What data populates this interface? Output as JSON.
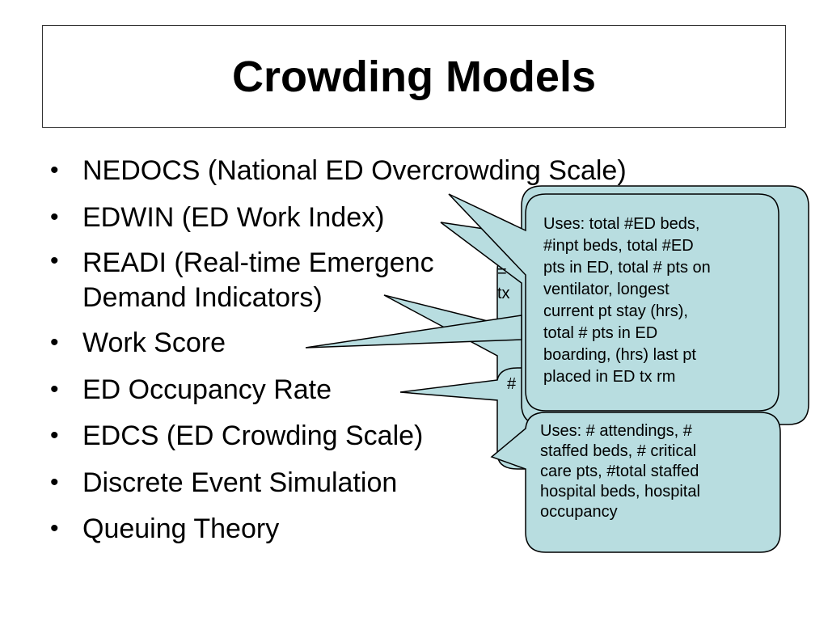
{
  "slide": {
    "title": "Crowding Models",
    "bullets": [
      "NEDOCS (National ED Overcrowding Scale)",
      "EDWIN (ED Work Index)",
      "READI (Real-time Emergency Analysis of Demand Indicators)",
      "Work Score",
      "ED Occupancy Rate",
      "EDCS (ED Crowding Scale)",
      "Discrete Event Simulation",
      "Queuing Theory"
    ],
    "bullet_lines": {
      "readi_line1": "READI (Real-time Emergenc",
      "readi_line2": "Demand Indicators)",
      "edwin": "EDWIN (ED Work Index)"
    }
  },
  "callouts": {
    "nedocs_text": "Uses: total #ED beds, #inpt beds, total #ED pts in ED, total # pts on ventilator, longest current pt stay (hrs), total # pts in ED boarding, (hrs) last pt placed in ED tx rm",
    "nedocs_lines": [
      "Uses: total #ED beds,",
      "#inpt beds, total #ED",
      "pts in ED, total # pts on",
      "ventilator, longest",
      "current pt stay (hrs),",
      "total # pts in ED",
      "boarding, (hrs) last pt",
      "placed in ED tx rm"
    ],
    "edcs_lines": [
      "Uses: # attendings, #",
      "staffed beds, # critical",
      "care pts, #total staffed",
      "hospital beds, hospital",
      "occupancy"
    ],
    "hidden_fragments": [
      "=",
      "tx",
      "#"
    ],
    "fill_color": "#b8dde0",
    "stroke_color": "#000000"
  }
}
